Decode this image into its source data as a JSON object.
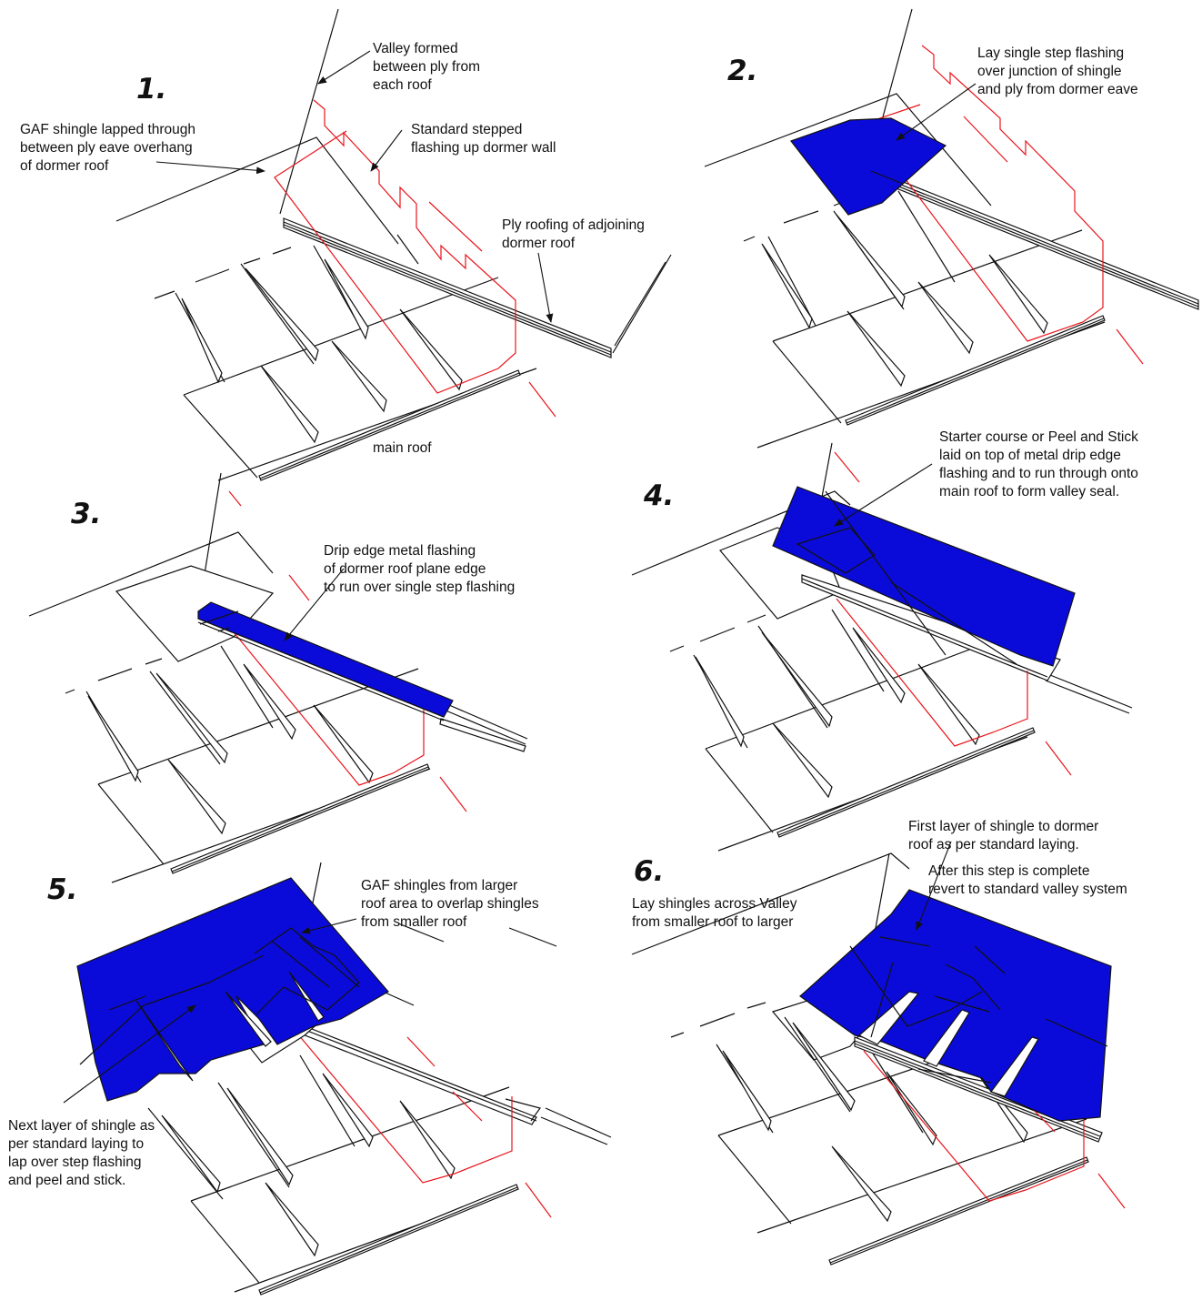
{
  "colors": {
    "flashing_blue": "#0b0bd9",
    "step_flashing_red": "#e8141b",
    "line_black": "#111111"
  },
  "steps": [
    {
      "number": "1.",
      "annotations": [
        {
          "lines": [
            "Valley formed",
            "between ply from",
            "each roof"
          ]
        },
        {
          "lines": [
            "GAF shingle lapped through",
            "between ply eave overhang",
            "of dormer roof"
          ]
        },
        {
          "lines": [
            "Standard stepped",
            "flashing up dormer wall"
          ]
        },
        {
          "lines": [
            "Ply roofing of adjoining",
            "dormer roof"
          ]
        },
        {
          "lines": [
            "main roof"
          ]
        }
      ]
    },
    {
      "number": "2.",
      "annotations": [
        {
          "lines": [
            "Lay single step flashing",
            "over junction of shingle",
            "and ply from dormer eave"
          ]
        }
      ]
    },
    {
      "number": "3.",
      "annotations": [
        {
          "lines": [
            "Drip edge metal flashing",
            "of dormer roof plane edge",
            "to run over single step flashing"
          ]
        }
      ]
    },
    {
      "number": "4.",
      "annotations": [
        {
          "lines": [
            "Starter course or Peel and Stick",
            "laid on top of metal drip edge",
            "flashing and to run through onto",
            "main roof to form valley seal."
          ]
        }
      ]
    },
    {
      "number": "5.",
      "annotations": [
        {
          "lines": [
            "GAF shingles from larger",
            "roof area to overlap shingles",
            "from smaller roof"
          ]
        },
        {
          "lines": [
            "Next layer of shingle as",
            "per standard laying to",
            "lap over step flashing",
            "and peel and stick."
          ]
        }
      ]
    },
    {
      "number": "6.",
      "annotations": [
        {
          "lines": [
            "First layer of shingle to dormer",
            "roof as per standard laying."
          ]
        },
        {
          "lines": [
            "After this step is complete",
            "revert to standard valley system"
          ]
        },
        {
          "lines": [
            "Lay shingles across Valley",
            "from smaller roof to larger"
          ]
        }
      ]
    }
  ]
}
